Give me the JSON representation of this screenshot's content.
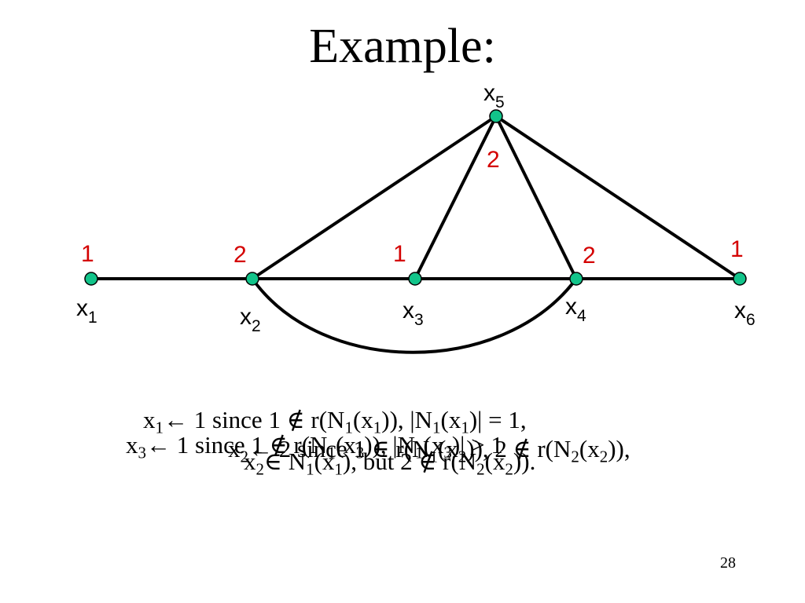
{
  "slide": {
    "title": "Example:",
    "page_number": "28"
  },
  "graph": {
    "edge_color": "#000000",
    "node_fill": "#12c48a",
    "weight_color": "#d40000",
    "nodes": [
      {
        "id": "x1",
        "base": "x",
        "sub": "1",
        "weight": "1"
      },
      {
        "id": "x2",
        "base": "x",
        "sub": "2",
        "weight": "2"
      },
      {
        "id": "x3",
        "base": "x",
        "sub": "3",
        "weight": "1"
      },
      {
        "id": "x4",
        "base": "x",
        "sub": "4",
        "weight": "2"
      },
      {
        "id": "x5",
        "base": "x",
        "sub": "5",
        "weight": "2"
      },
      {
        "id": "x6",
        "base": "x",
        "sub": "6",
        "weight": "1"
      }
    ],
    "edges": [
      [
        "x1",
        "x2"
      ],
      [
        "x2",
        "x3"
      ],
      [
        "x3",
        "x4"
      ],
      [
        "x4",
        "x6"
      ],
      [
        "x2",
        "x5"
      ],
      [
        "x3",
        "x5"
      ],
      [
        "x4",
        "x5"
      ],
      [
        "x5",
        "x6"
      ],
      [
        "x2",
        "x4"
      ]
    ]
  },
  "captions": {
    "line1": {
      "a": "x",
      "a_sub": "1",
      "arrow": "←",
      "b": " 1  since 1 ∉ r(N",
      "c_sub": "1",
      "d": "(x",
      "e_sub": "1",
      "f": ")), |N",
      "g_sub": "1",
      "h": "(x",
      "i_sub": "1",
      "j": ")| = 1,"
    },
    "line2": {
      "a": "x",
      "a_sub": "3",
      "arrow": "←",
      "b": " 1  since 1 ∉ r(N",
      "c_sub": "1",
      "d": "(x",
      "e_sub": "3",
      "f": ")), |N",
      "g_sub": "1",
      "h": "(x",
      "i_sub": "3",
      "j": ")| > 1"
    },
    "line3": {
      "a": "x",
      "a_sub": "2",
      "arrow": "←",
      "b": " 2  since 1 ∈ r(N",
      "c_sub": "1",
      "d": "(x",
      "e_sub": "2",
      "f": ")), 2 ∉ r(N",
      "g_sub": "2",
      "h": "(x",
      "i_sub": "2",
      "j": ")),"
    },
    "line4": {
      "a": "x",
      "a_sub": "2",
      "arrow": "∈",
      "b": " N",
      "c_sub": "1",
      "d": "(x",
      "e_sub": "1",
      "f": "), but 2 ∉ r(N",
      "g_sub": "2",
      "h": "(x",
      "i_sub": "2",
      "j": "))."
    }
  }
}
